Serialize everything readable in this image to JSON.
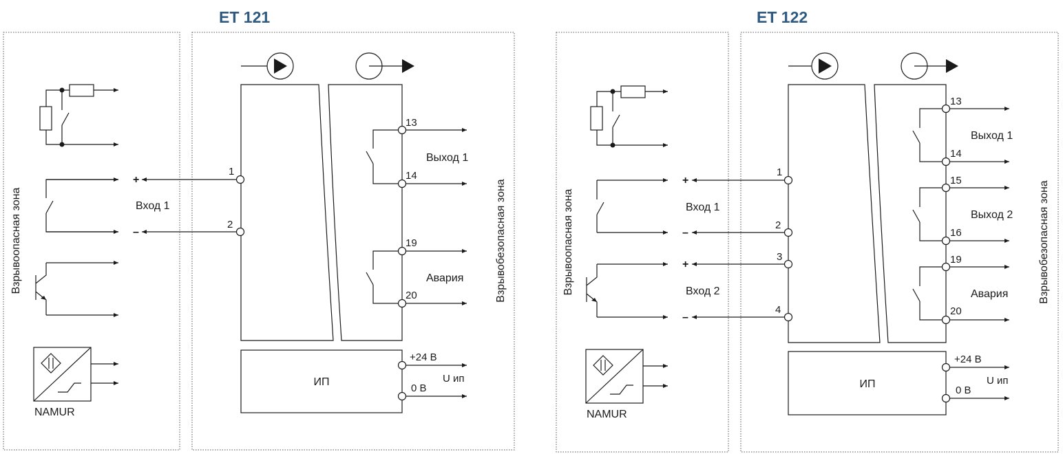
{
  "diagrams": [
    {
      "title": "ET 121",
      "zone_left": "Взрывоопасная зона",
      "zone_right": "Взрывобезопасная зона",
      "inputs": [
        {
          "label": "Вход 1",
          "plus": "+",
          "minus": "–",
          "terminals": [
            "1",
            "2"
          ]
        }
      ],
      "outputs": [
        {
          "label": "Выход 1",
          "terminals": [
            "13",
            "14"
          ]
        },
        {
          "label": "Авария",
          "terminals": [
            "19",
            "20"
          ]
        }
      ],
      "power": {
        "label": "ИП",
        "plus": "+24 В",
        "zero": "0 В",
        "supply": "U ип"
      },
      "sensor": "NAMUR"
    },
    {
      "title": "ET 122",
      "zone_left": "Взрывоопасная зона",
      "zone_right": "Взрывобезопасная зона",
      "inputs": [
        {
          "label": "Вход 1",
          "plus": "+",
          "minus": "–",
          "terminals": [
            "1",
            "2"
          ]
        },
        {
          "label": "Вход 2",
          "plus": "+",
          "minus": "–",
          "terminals": [
            "3",
            "4"
          ]
        }
      ],
      "outputs": [
        {
          "label": "Выход 1",
          "terminals": [
            "13",
            "14"
          ]
        },
        {
          "label": "Выход 2",
          "terminals": [
            "15",
            "16"
          ]
        },
        {
          "label": "Авария",
          "terminals": [
            "19",
            "20"
          ]
        }
      ],
      "power": {
        "label": "ИП",
        "plus": "+24 В",
        "zero": "0 В",
        "supply": "U ип"
      },
      "sensor": "NAMUR"
    }
  ]
}
